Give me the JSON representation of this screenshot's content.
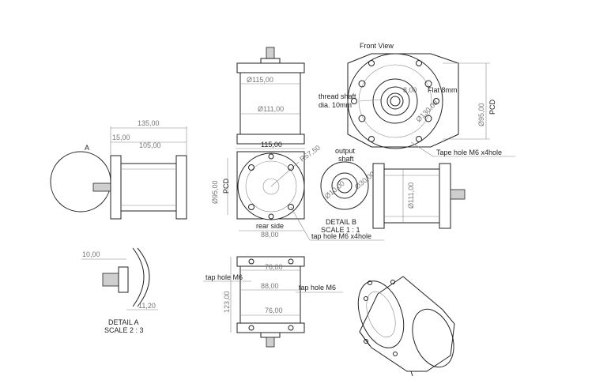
{
  "views": {
    "front_view": "Front View",
    "detail_a": {
      "title": "DETAIL A",
      "scale": "SCALE 2 : 3",
      "marker": "A"
    },
    "detail_b": {
      "title": "DETAIL B",
      "scale": "SCALE 1 : 1"
    }
  },
  "dimensions": {
    "top_dia_outer": "Ø115,00",
    "top_dia_inner": "Ø111,00",
    "side_total": "135,00",
    "side_body": "105,00",
    "side_shaft": "15,00",
    "rear_width": "115,00",
    "rear_pcd": "Ø95,00",
    "rear_radius": "R57,50",
    "rear_bottom": "88,00",
    "detail_b_inner": "Ø10,00",
    "detail_b_outer": "Ø30,00",
    "right_dia": "Ø111,00",
    "front_flat": "8,00",
    "front_pcd": "Ø95,00",
    "front_dia": "Ø130,00",
    "detail_a_top": "10,00",
    "detail_a_bottom": "11,20",
    "bottom_top": "76,00",
    "bottom_mid": "88,00",
    "bottom_low": "76,00",
    "bottom_height": "123,00"
  },
  "labels": {
    "pcd": "PCD",
    "flat": "Flat 8mm",
    "thread_shaft": "thread shaft",
    "thread_dia": "dia. 10mm",
    "tape_hole": "Tape hole M6  x4hole",
    "output": "output",
    "shaft": "shaft",
    "rear_side": "rear side",
    "tap_hole_x4": "tap hole M6 x4hole",
    "tap_hole_left": "tap hole M6",
    "tap_hole_right": "tap hole M6"
  }
}
